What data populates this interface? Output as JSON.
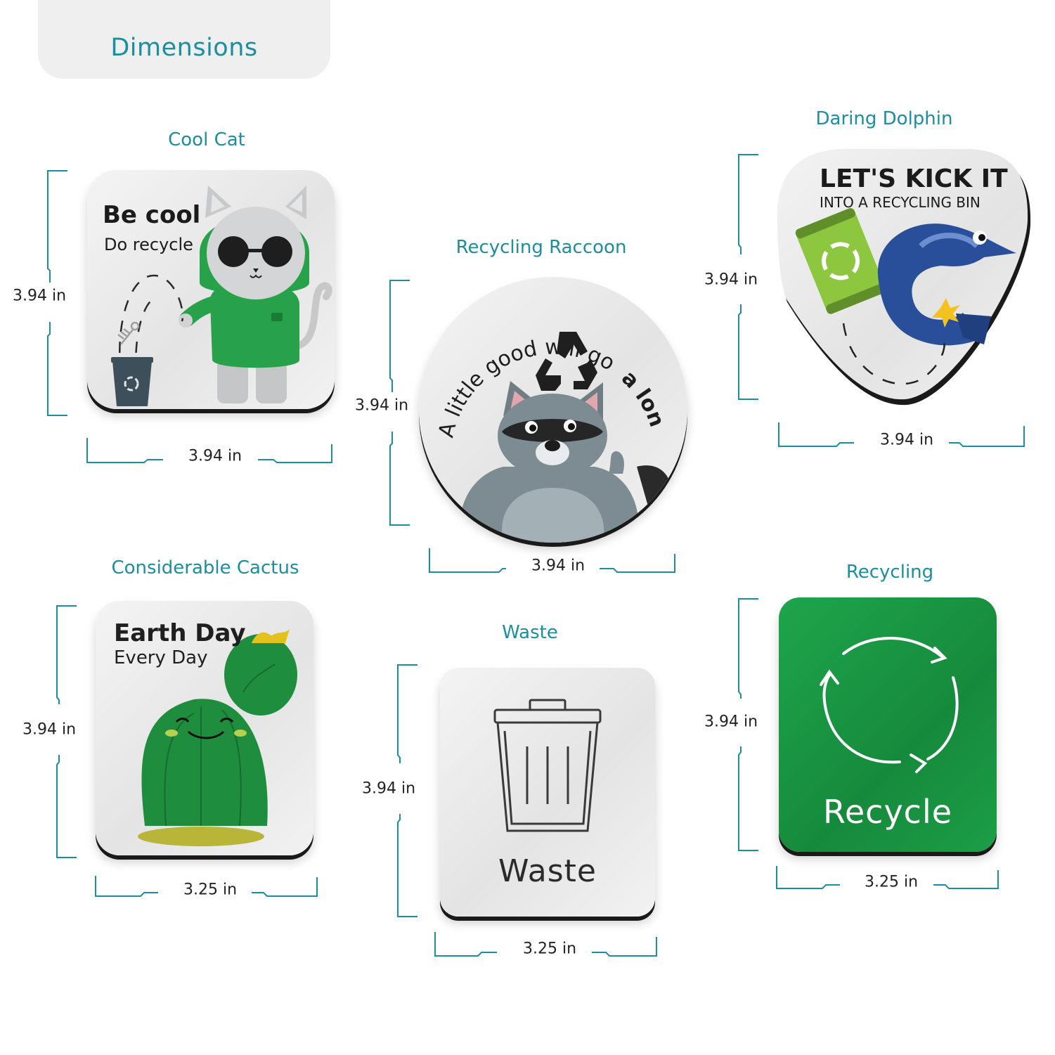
{
  "header": {
    "title": "Dimensions"
  },
  "colors": {
    "accent": "#1b8ea0",
    "guide": "#1b8ea0",
    "recycle_green": "#1fa04a"
  },
  "products": [
    {
      "name": "Cool Cat",
      "height": "3.94 in",
      "width": "3.94 in",
      "headline": "Be cool",
      "subline": "Do recycle"
    },
    {
      "name": "Recycling Raccoon",
      "height": "3.94 in",
      "width": "3.94 in",
      "arc_text_1": "A little good will go",
      "arc_text_2": "a long way"
    },
    {
      "name": "Daring Dolphin",
      "height": "3.94 in",
      "width": "3.94 in",
      "headline": "LET'S KICK IT",
      "subline": "INTO A RECYCLING BIN"
    },
    {
      "name": "Considerable Cactus",
      "height": "3.94 in",
      "width": "3.25 in",
      "headline": "Earth Day",
      "subline": "Every Day"
    },
    {
      "name": "Waste",
      "height": "3.94 in",
      "width": "3.25 in",
      "caption": "Waste"
    },
    {
      "name": "Recycling",
      "height": "3.94 in",
      "width": "3.25 in",
      "caption": "Recycle"
    }
  ]
}
